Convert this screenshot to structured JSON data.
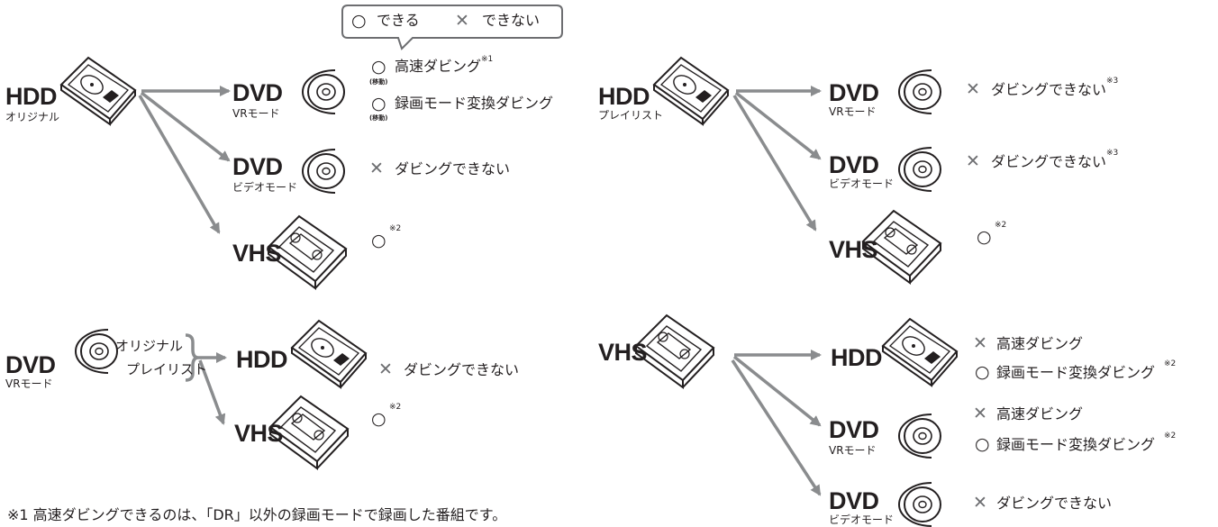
{
  "legend": {
    "can_symbol": "○",
    "can_text": "できる",
    "cannot_symbol": "✕",
    "cannot_text": "できない"
  },
  "sources": {
    "hdd_original": {
      "title": "HDD",
      "subtitle": "オリジナル"
    },
    "hdd_playlist": {
      "title": "HDD",
      "subtitle": "プレイリスト"
    },
    "dvd_vr": {
      "title": "DVD",
      "subtitle": "VRモード",
      "label1": "オリジナル",
      "label2": "プレイリスト"
    },
    "vhs": {
      "title": "VHS"
    }
  },
  "targets": {
    "dvd_title": "DVD",
    "vr_mode": "VRモード",
    "video_mode": "ビデオモード",
    "vhs_title": "VHS",
    "hdd_title": "HDD"
  },
  "results": {
    "high_speed": "高速ダビング",
    "mode_convert": "録画モード変換ダビング",
    "move": "(移動)",
    "cannot_dub": "ダビングできない",
    "note1_mark": "※1",
    "note2_mark": "※2",
    "note3_mark": "※3"
  },
  "footnote": "※1 高速ダビングできるのは、「DR」以外の録画モードで録画した番組です。",
  "colors": {
    "arrow": "#8a8c8e",
    "ink": "#231f20",
    "cross": "#6d6e71"
  }
}
